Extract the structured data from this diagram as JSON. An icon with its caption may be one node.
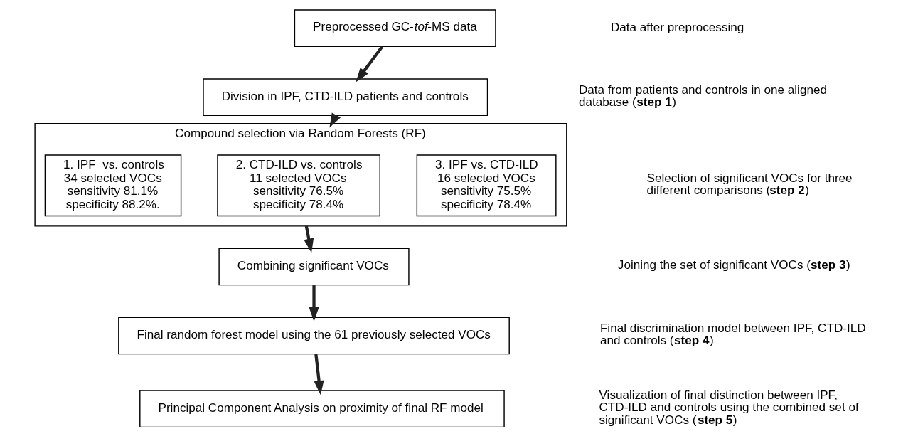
{
  "diagram": {
    "nodes": [
      {
        "text": [
          "Preprocessed GC-*tof*-MS data"
        ]
      },
      {
        "text": [
          "Division in IPF, CTD-ILD patients and controls"
        ]
      },
      {
        "text": [
          "Compound selection via Random Forests (RF)"
        ]
      },
      {
        "text": [
          "1. IPF  vs. controls",
          "34 selected VOCs",
          "sensitivity 81.1%",
          "specificity 88.2%."
        ],
        "in": 2
      },
      {
        "text": [
          "2. CTD-ILD vs. controls",
          "11 selected VOCs",
          "sensitivity 76.5%",
          "specificity 78.4%"
        ],
        "in": 2
      },
      {
        "text": [
          "3. IPF vs. CTD-ILD",
          "16 selected VOCs",
          "sensitivity 75.5%",
          "specificity 78.4%"
        ],
        "in": 2
      },
      {
        "text": [
          "Combining significant VOCs"
        ]
      },
      {
        "text": [
          "Final random forest model using the 61 previously selected VOCs"
        ]
      },
      {
        "text": [
          "Principal Component Analysis on proximity of final RF model"
        ]
      }
    ],
    "labels": [
      "Data after preprocessing",
      "Data from patients and controls in one aligned database (**step 1**)",
      "Selection of significant VOCs for three different comparisons (**step 2**)",
      "Joining the set of significant VOCs (**step 3**)",
      "Final discrimination model between IPF, CTD-ILD and controls (**step 4**)",
      "Visualization of final distinction between IPF, CTD-ILD and controls using the combined set of significant VOCs (**step 5**)"
    ],
    "edges": [
      {
        "from": 0,
        "to": 1,
        "arrow": "to"
      },
      {
        "from": 1,
        "to": 2,
        "arrow": "to"
      },
      {
        "from": 2,
        "to": 6,
        "arrow": "to"
      },
      {
        "from": 6,
        "to": 7,
        "arrow": "to"
      },
      {
        "from": 7,
        "to": 8,
        "arrow": "to"
      }
    ]
  }
}
